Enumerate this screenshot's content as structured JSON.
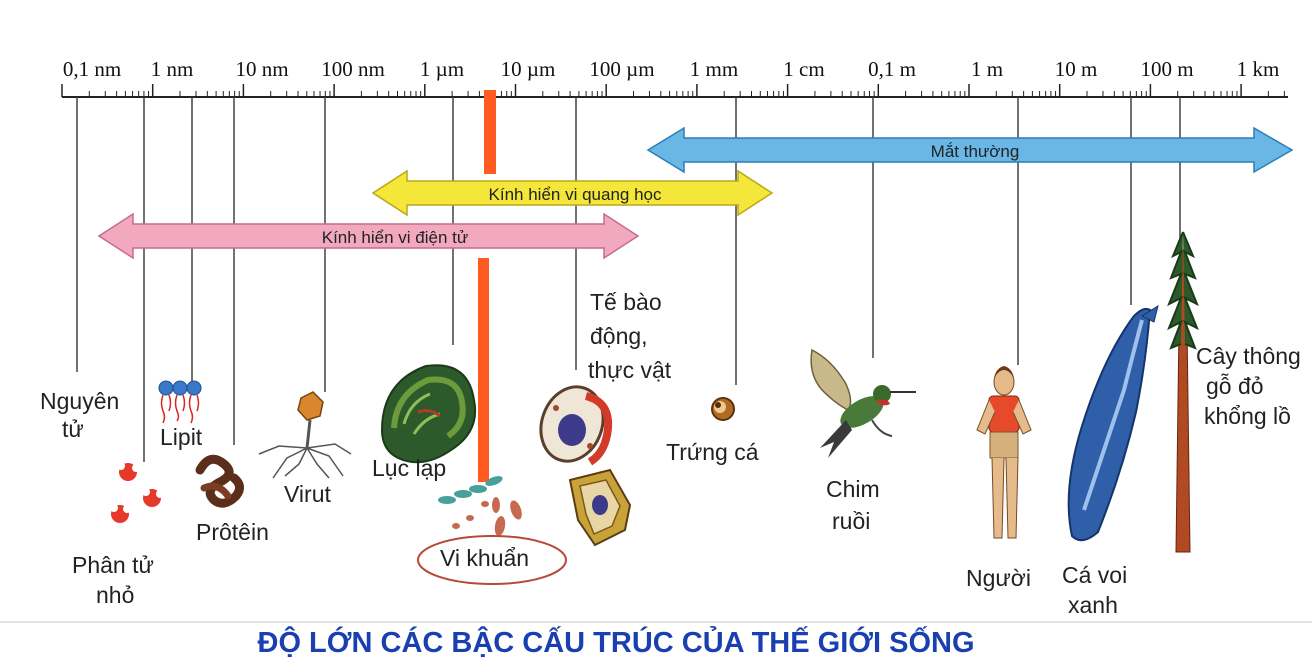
{
  "scale_labels": [
    "0,1 nm",
    "1 nm",
    "10 nm",
    "100 nm",
    "1 µm",
    "10 µm",
    "100 µm",
    "1 mm",
    "1 cm",
    "0,1 m",
    "1 m",
    "10 m",
    "100 m",
    "1 km"
  ],
  "arrows": {
    "naked_eye": "Mắt thường",
    "light_microscope": "Kính hiển vi quang học",
    "electron_microscope": "Kính hiển vi điện tử"
  },
  "objects": {
    "atom": [
      "Nguyên",
      "tử"
    ],
    "small_molecule": [
      "Phân tử",
      "nhỏ"
    ],
    "lipid": [
      "Lipit"
    ],
    "protein": [
      "Prôtêin"
    ],
    "virus": [
      "Virut"
    ],
    "chloroplast": [
      "Lục lạp"
    ],
    "bacteria": [
      "Vi khuẩn"
    ],
    "cell": [
      "Tế bào",
      "động,",
      "thực vật"
    ],
    "fish_egg": [
      "Trứng cá"
    ],
    "hummingbird": [
      "Chim",
      "ruồi"
    ],
    "human": [
      "Người"
    ],
    "blue_whale": [
      "Cá voi",
      "xanh"
    ],
    "sequoia": [
      "Cây thông",
      "gỗ đỏ",
      "khổng lồ"
    ]
  },
  "title": "ĐỘ LỚN CÁC BẬC CẤU TRÚC CỦA THẾ GIỚI SỐNG",
  "colors": {
    "naked_eye_arrow": "#6ab7e6",
    "light_microscope_arrow": "#f5e63a",
    "electron_microscope_arrow": "#f2a9bf",
    "marker_bar": "#ff5a1f",
    "title": "#1a3fb0"
  }
}
